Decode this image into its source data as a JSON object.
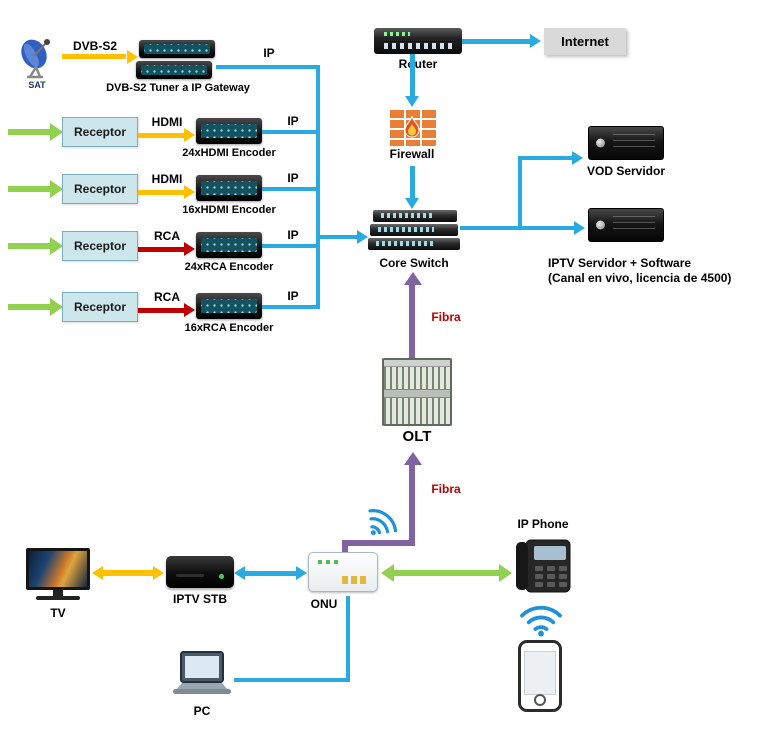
{
  "colors": {
    "cyan": "#29ABE2",
    "green": "#92D050",
    "yellow": "#FFC000",
    "red": "#C00000",
    "purple": "#8064A2",
    "wifi_blue": "#2191D9",
    "receptor_bg": "#CDE6EC",
    "internet_bg": "#D9D9D9"
  },
  "headend": {
    "sat_label": "SAT",
    "sat_link_label": "DVB-S2",
    "gateway_label": "DVB-S2 Tuner a IP Gateway",
    "gateway_ip_label": "IP"
  },
  "rows": [
    {
      "receptor": "Receptor",
      "signal": "HDMI",
      "encoder": "24xHDMI Encoder",
      "ip": "IP"
    },
    {
      "receptor": "Receptor",
      "signal": "HDMI",
      "encoder": "16xHDMI Encoder",
      "ip": "IP"
    },
    {
      "receptor": "Receptor",
      "signal": "RCA",
      "encoder": "24xRCA Encoder",
      "ip": "IP"
    },
    {
      "receptor": "Receptor",
      "signal": "RCA",
      "encoder": "16xRCA Encoder",
      "ip": "IP"
    }
  ],
  "core": {
    "router": "Router",
    "internet": "Internet",
    "firewall": "Firewall",
    "core_switch": "Core Switch",
    "vod_server": "VOD Servidor",
    "iptv_server_line1": "IPTV Servidor + Software",
    "iptv_server_line2": "(Canal en vivo, licencia de 4500)",
    "fibra_upper": "Fibra",
    "fibra_lower": "Fibra",
    "olt": "OLT"
  },
  "premises": {
    "onu": "ONU",
    "tv": "TV",
    "stb": "IPTV STB",
    "ip_phone": "IP Phone",
    "pc": "PC"
  }
}
